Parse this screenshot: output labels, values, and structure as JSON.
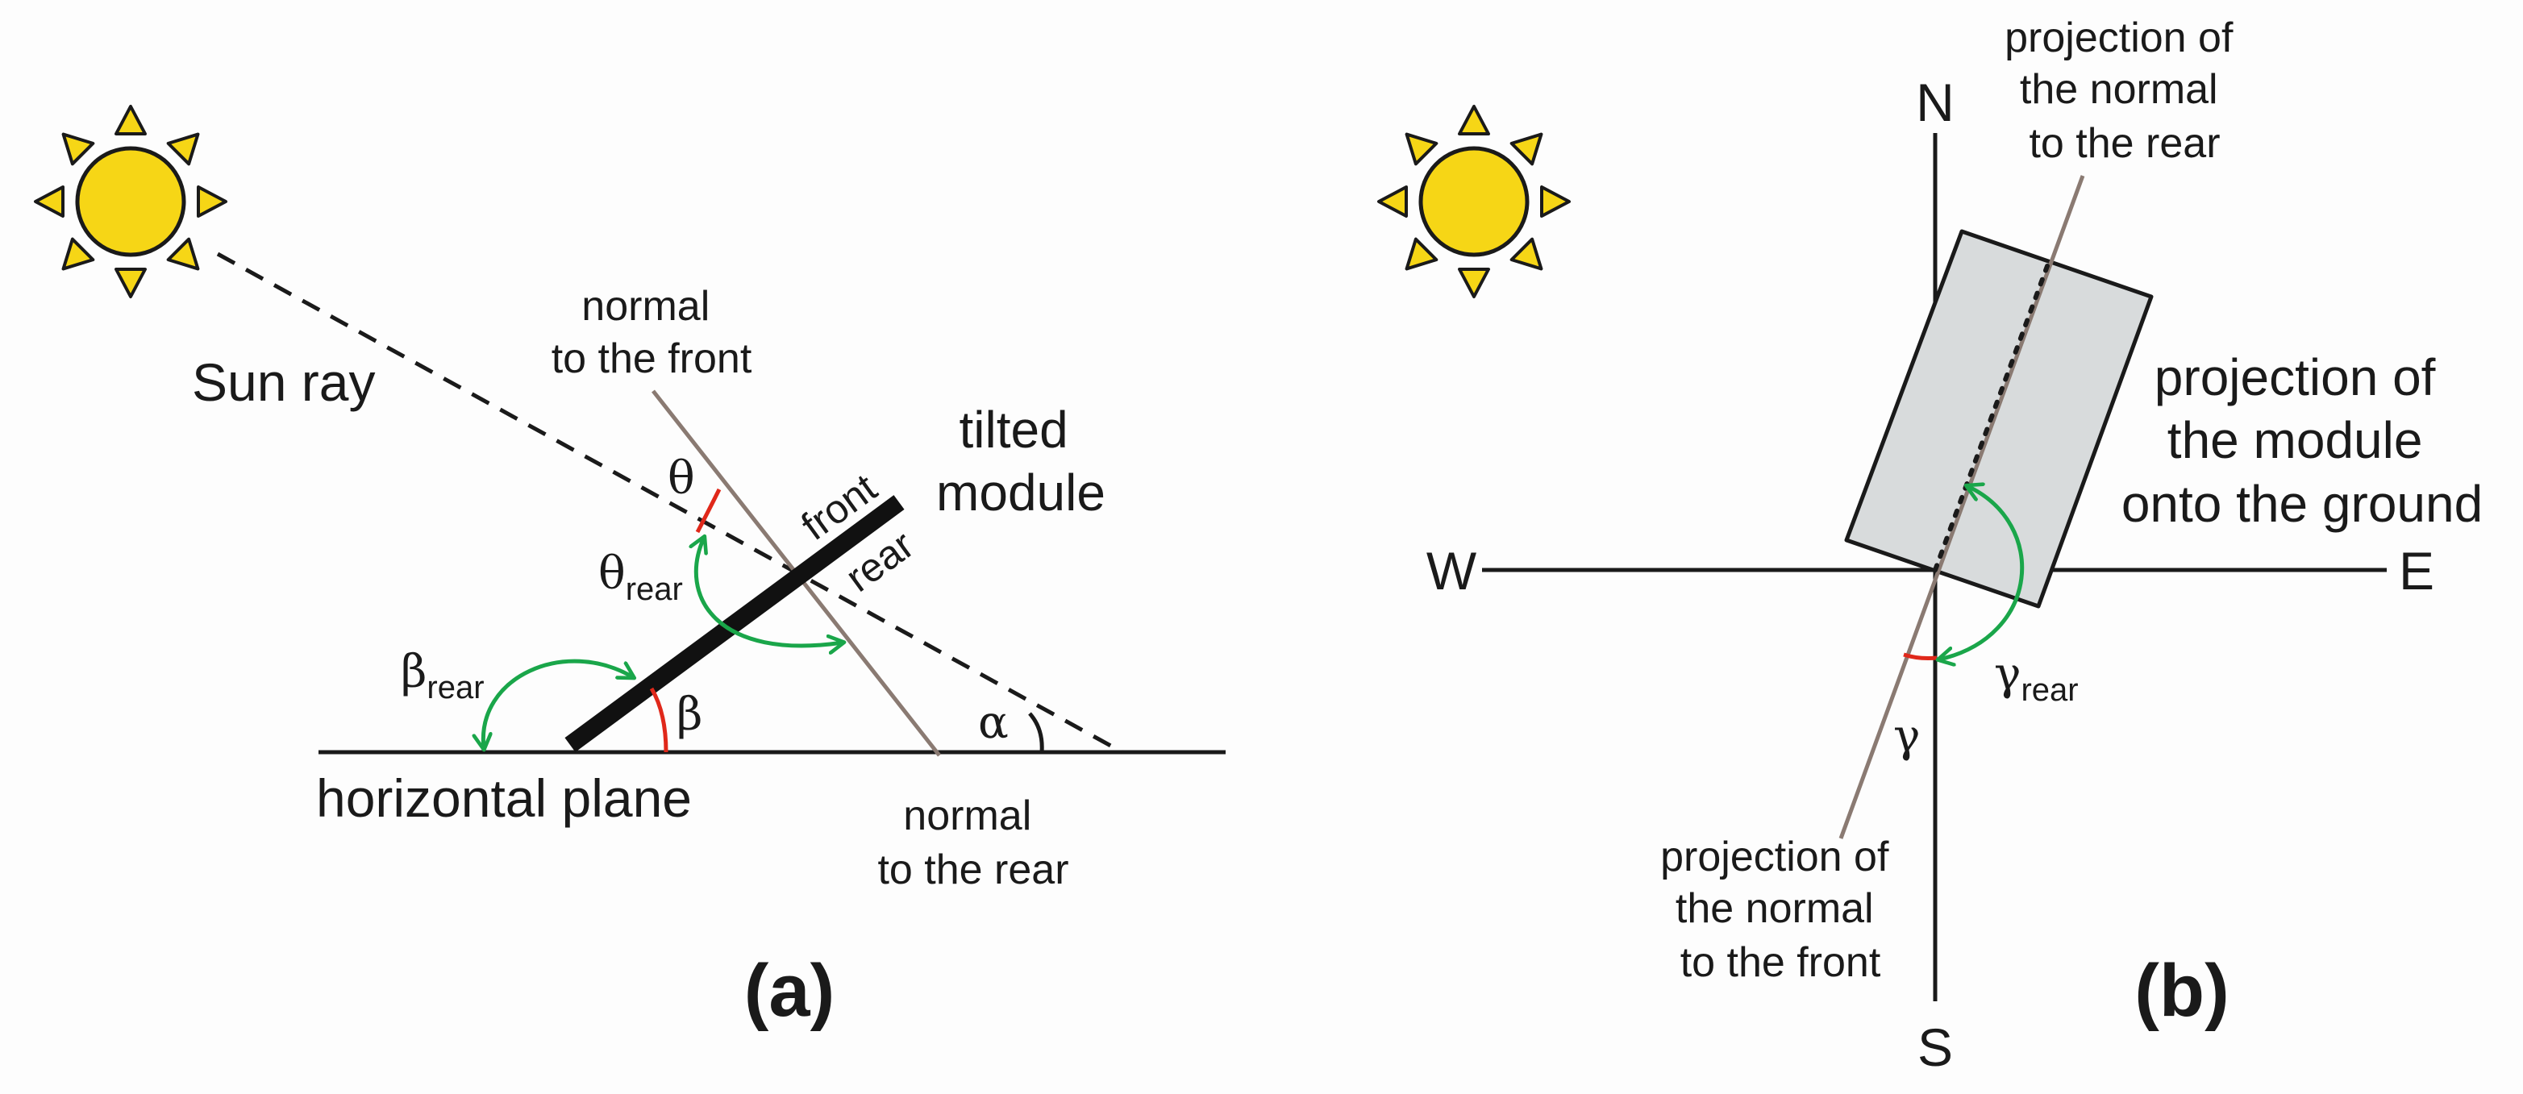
{
  "colors": {
    "background": "#fdfdfd",
    "sun_fill": "#f6d616",
    "line": "#1a1a1a",
    "normal_line": "#8a7a72",
    "angle_red": "#e0281a",
    "arrow_green": "#1aa64a",
    "module_fill": "#d8dbdc"
  },
  "panel_a": {
    "caption": "(a)",
    "sun_ray": "Sun ray",
    "normal_front": [
      "normal",
      "to the front"
    ],
    "normal_rear": [
      "normal",
      "to the rear"
    ],
    "tilted_module": [
      "tilted",
      "module"
    ],
    "front": "front",
    "rear": "rear",
    "horizontal_plane": "horizontal plane",
    "theta": "θ",
    "theta_rear": {
      "symbol": "θ",
      "sub": "rear"
    },
    "beta": "β",
    "beta_rear": {
      "symbol": "β",
      "sub": "rear"
    },
    "alpha": "α"
  },
  "panel_b": {
    "caption": "(b)",
    "north": "N",
    "south": "S",
    "west": "W",
    "east": "E",
    "proj_normal_rear": [
      "projection of",
      "the normal",
      "to the rear"
    ],
    "proj_module": [
      "projection of",
      "the module",
      "onto the ground"
    ],
    "proj_normal_front": [
      "projection of",
      "the normal",
      "to the front"
    ],
    "gamma": "γ",
    "gamma_rear": {
      "symbol": "γ",
      "sub": "rear"
    }
  }
}
